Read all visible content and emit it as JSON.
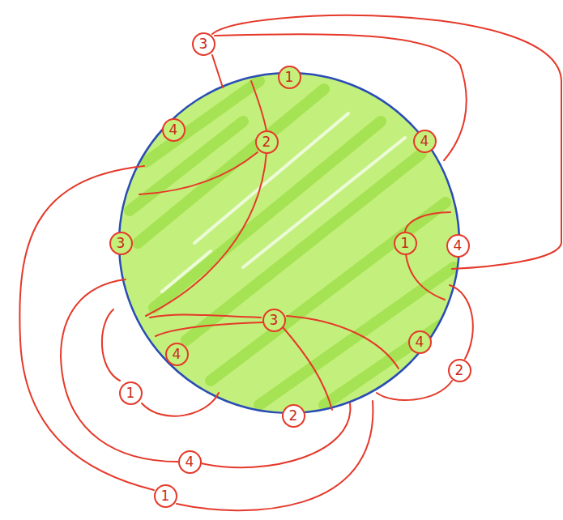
{
  "diagram": {
    "labels": [
      "3",
      "1",
      "4",
      "2",
      "4",
      "3",
      "1",
      "4",
      "3",
      "4",
      "4",
      "2",
      "1",
      "2",
      "4",
      "1"
    ]
  }
}
